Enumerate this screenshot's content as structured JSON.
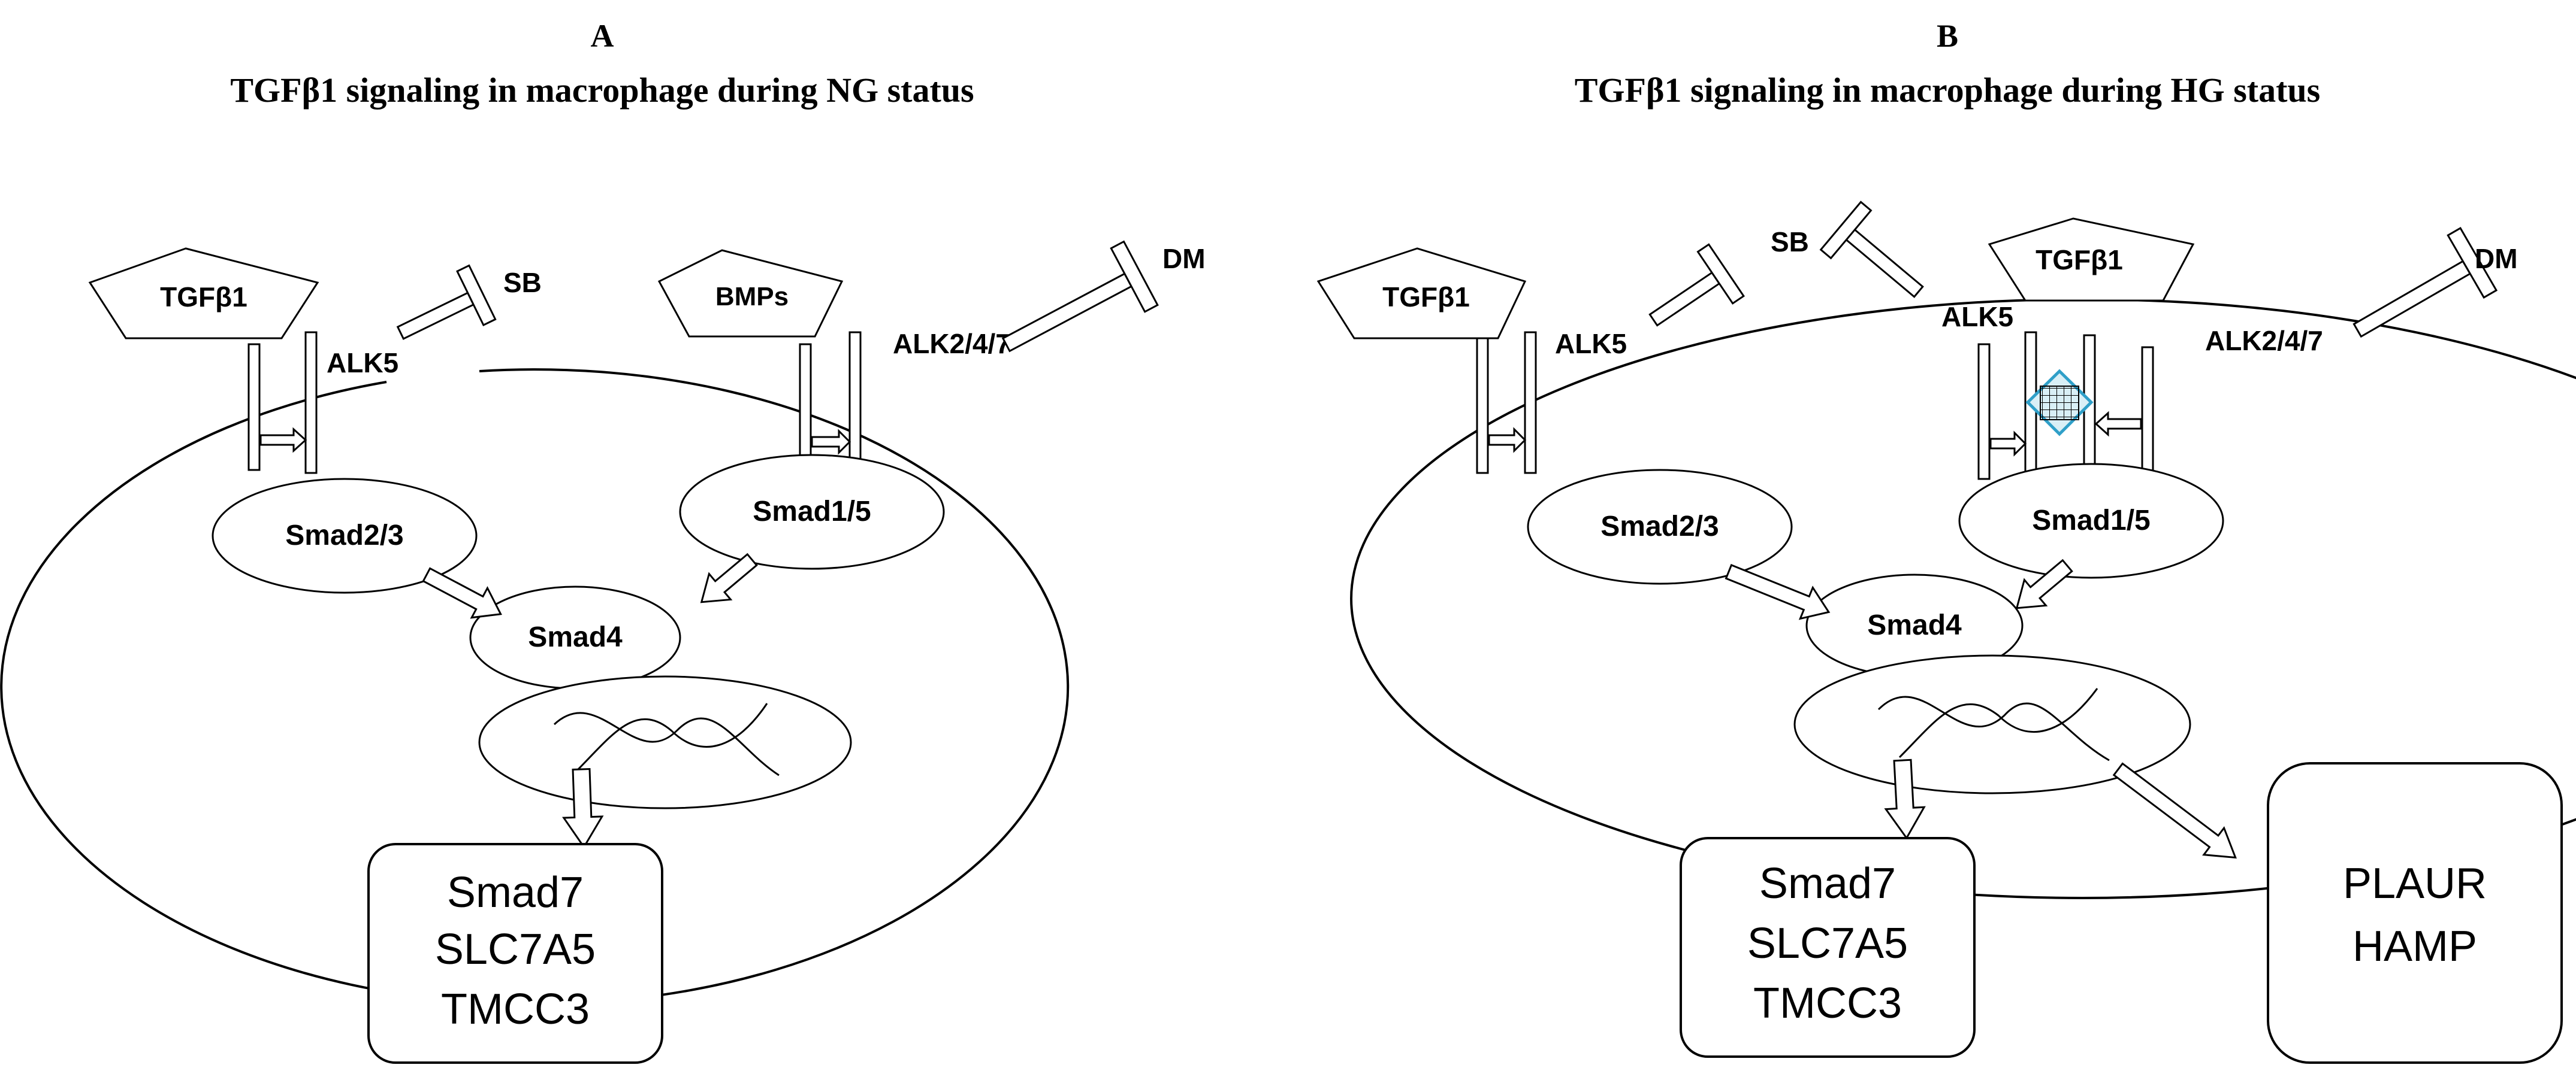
{
  "panels": [
    {
      "letter": "A",
      "title": "TGFβ1 signaling in macrophage during NG status",
      "ligands": [
        "TGFβ1",
        "BMPs"
      ],
      "receptors": [
        "ALK5",
        "ALK2/4/7"
      ],
      "inhibitors": [
        "SB",
        "DM"
      ],
      "smads": [
        "Smad2/3",
        "Smad1/5",
        "Smad4"
      ],
      "genes": [
        "Smad7",
        "SLC7A5",
        "TMCC3"
      ]
    },
    {
      "letter": "B",
      "title": "TGFβ1 signaling in macrophage during HG status",
      "ligands": [
        "TGFβ1",
        "TGFβ1"
      ],
      "receptors": [
        "ALK5",
        "ALK5",
        "ALK2/4/7"
      ],
      "inhibitors": [
        "SB",
        "DM"
      ],
      "smads": [
        "Smad2/3",
        "Smad1/5",
        "Smad4"
      ],
      "genes": [
        "Smad7",
        "SLC7A5",
        "TMCC3"
      ],
      "genes_hg": [
        "PLAUR",
        "HAMP"
      ]
    }
  ]
}
